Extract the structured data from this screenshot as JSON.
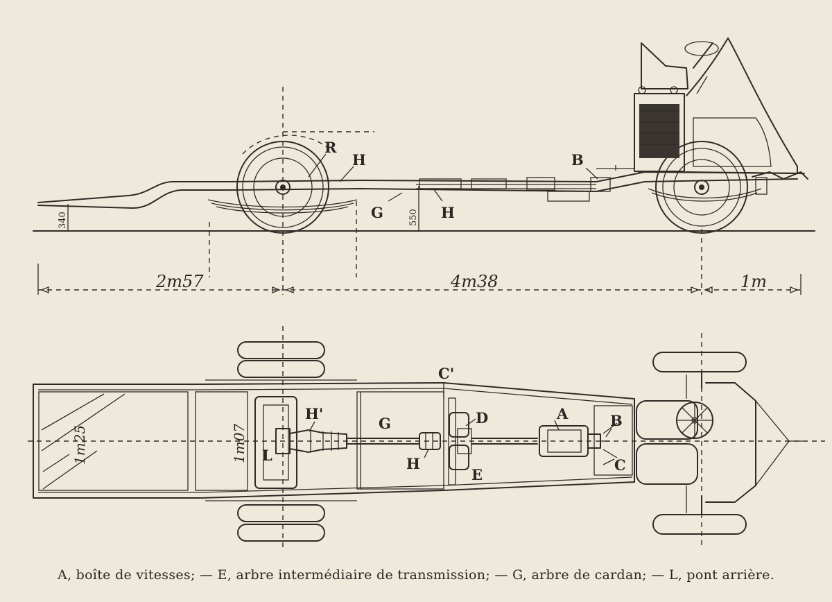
{
  "side_view": {
    "labels": {
      "R": "R",
      "H_top": "H",
      "B": "B",
      "G": "G",
      "H_low": "H"
    },
    "dims": {
      "d340": "340",
      "d550": "550",
      "d257": "2m57",
      "d438": "4m38",
      "d1": "1m"
    }
  },
  "plan_view": {
    "labels": {
      "C_prime": "C'",
      "H_prime": "H'",
      "G": "G",
      "D": "D",
      "A": "A",
      "B": "B",
      "L": "L",
      "H": "H",
      "E": "E",
      "C": "C"
    },
    "dims": {
      "d125": "1m25",
      "d107": "1m07"
    }
  },
  "caption": "A, boîte de vitesses; — E, arbre intermédiaire de transmission; — G, arbre de cardan; — L, pont arrière."
}
